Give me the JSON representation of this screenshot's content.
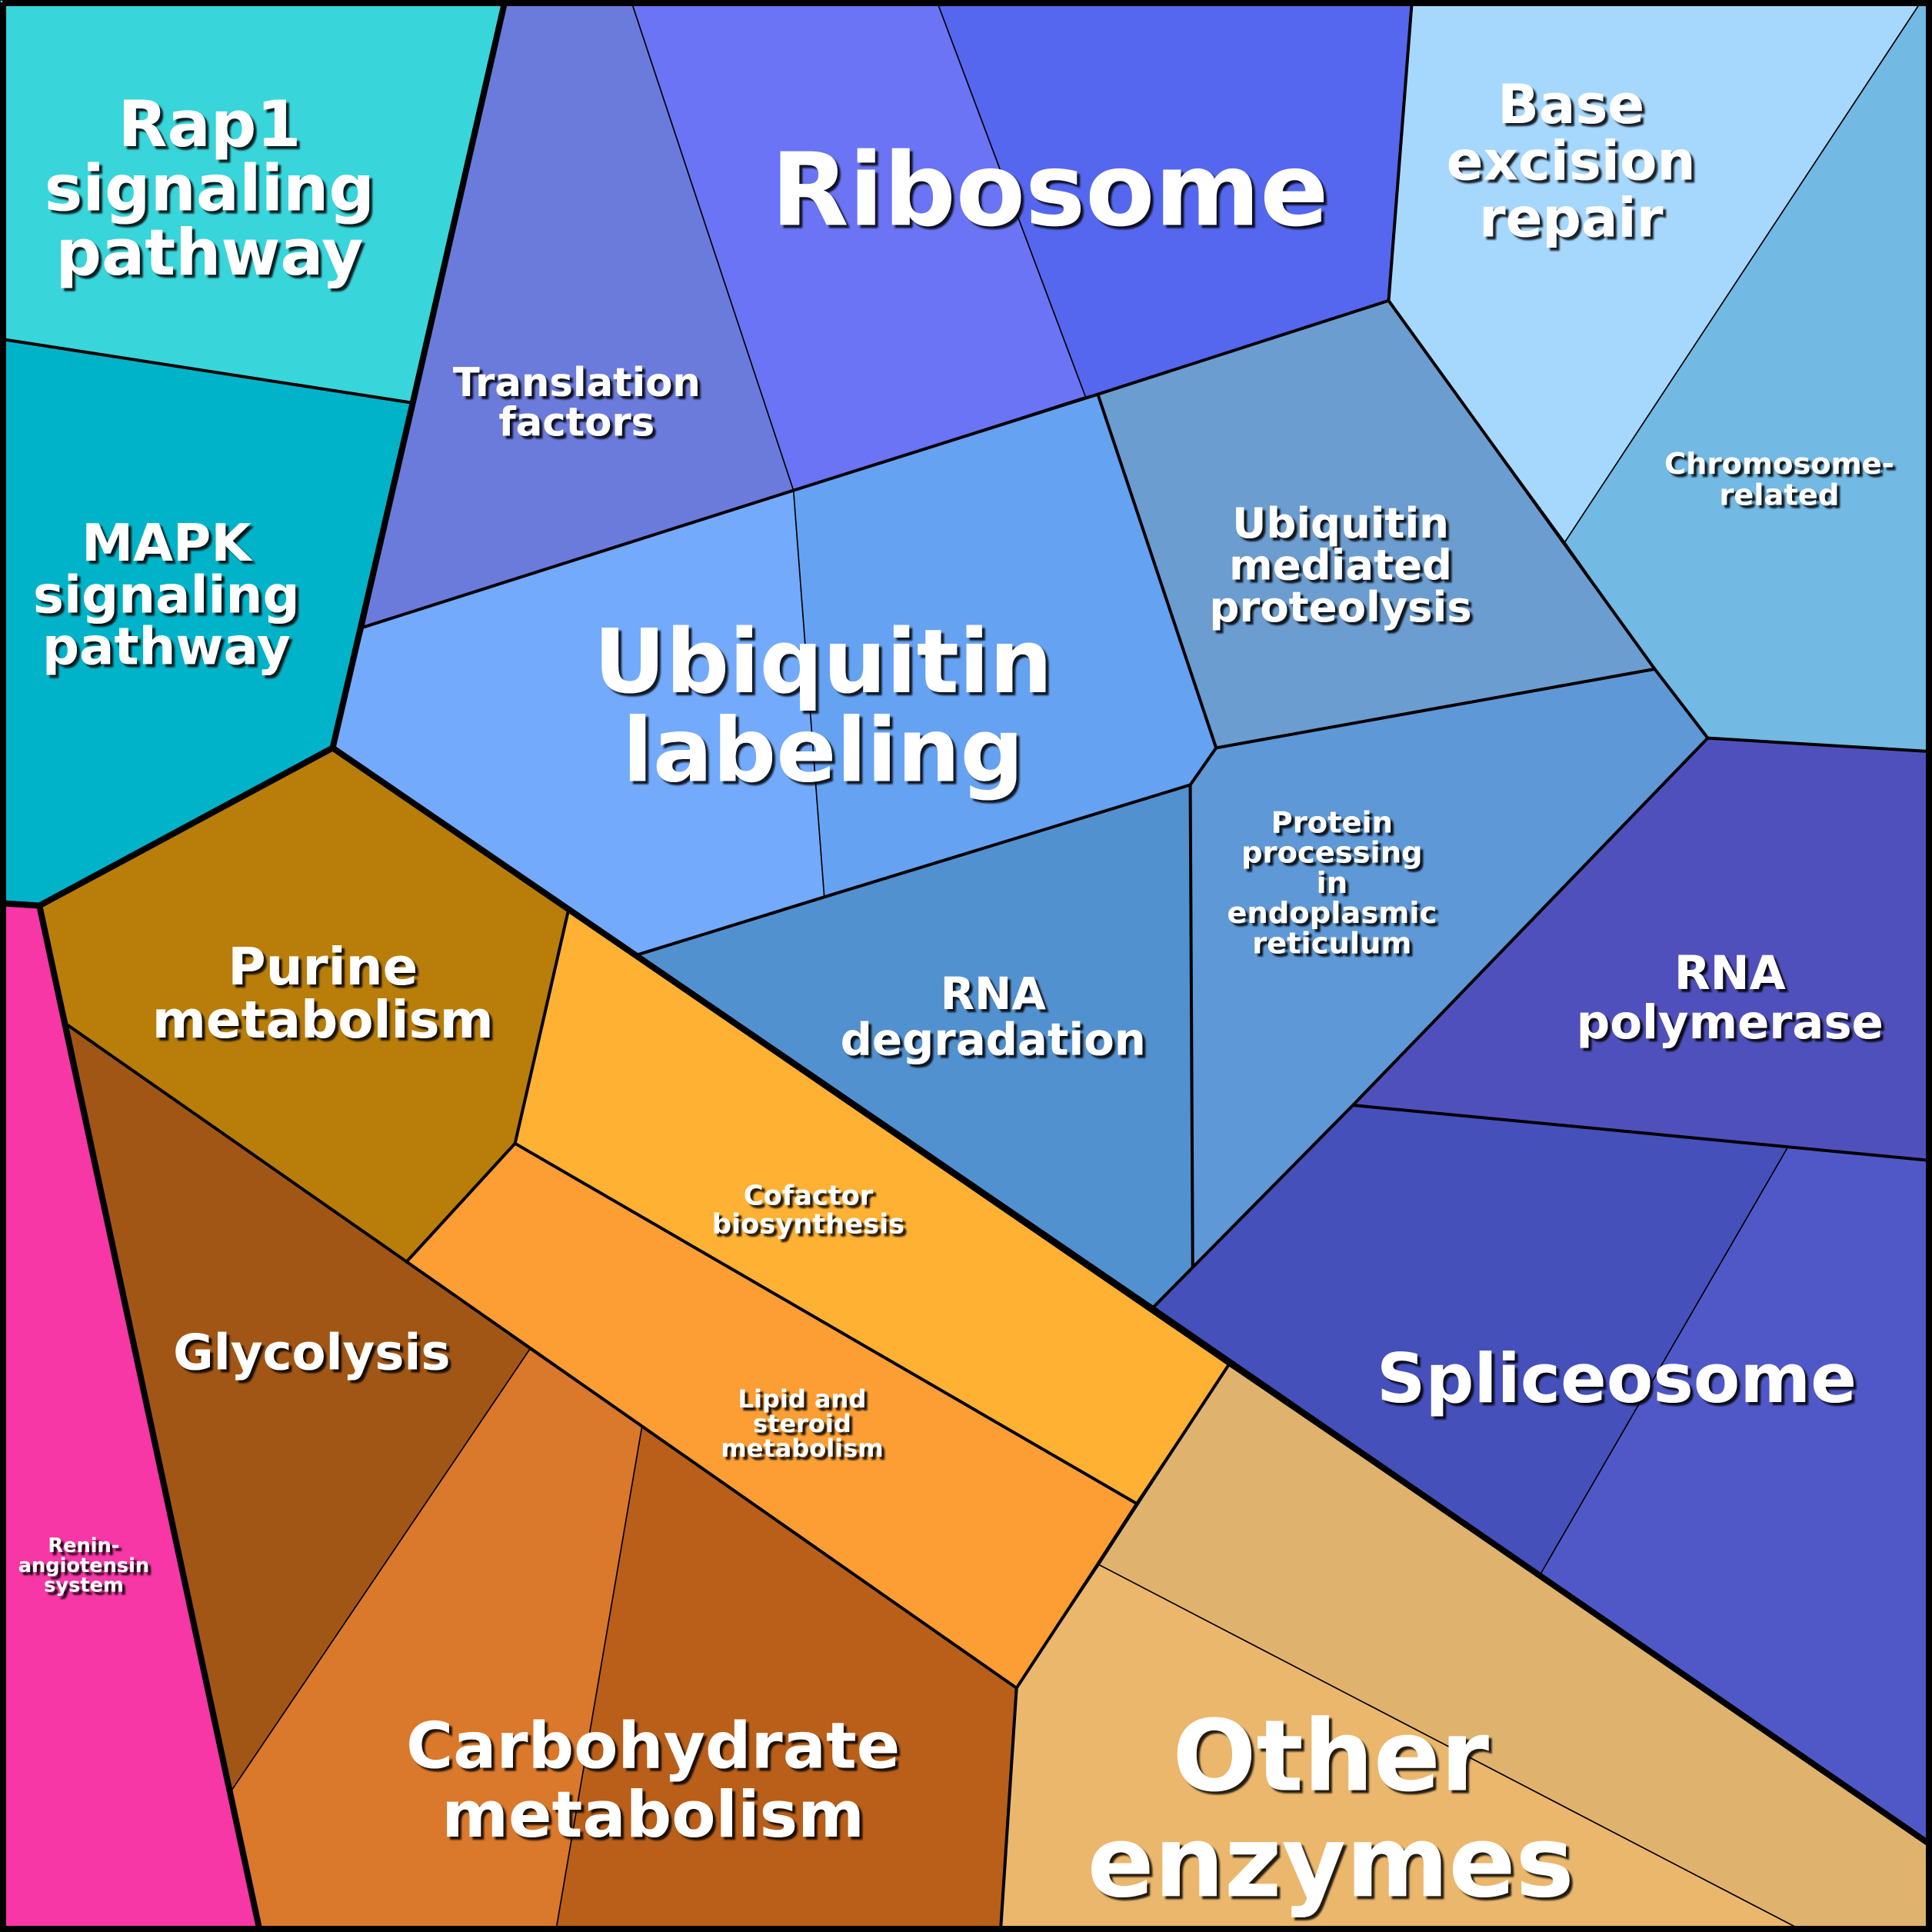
{
  "diagram": {
    "type": "voronoi-treemap",
    "colors": {
      "border": "#000000",
      "label": "#ffffff"
    },
    "cells": [
      {
        "id": "rap1",
        "label": [
          "Rap1",
          "signaling",
          "pathway"
        ],
        "color": "#38d5db"
      },
      {
        "id": "mapk",
        "label": [
          "MAPK",
          "signaling",
          "pathway"
        ],
        "color": "#00b3c8"
      },
      {
        "id": "translation-factors",
        "label": [
          "Translation",
          "factors"
        ],
        "color": "#6b7bdc"
      },
      {
        "id": "ribosome",
        "label": [
          "Ribosome"
        ],
        "color": "#6a74f4"
      },
      {
        "id": "base-excision-repair",
        "label": [
          "Base",
          "excision",
          "repair"
        ],
        "color": "#a6d8fe"
      },
      {
        "id": "chromosome-related",
        "label": [
          "Chromosome-",
          "related"
        ],
        "color": "#72b9e4"
      },
      {
        "id": "ubiquitin-mediated-proteolysis",
        "label": [
          "Ubiquitin",
          "mediated",
          "proteolysis"
        ],
        "color": "#6b9dd0"
      },
      {
        "id": "ubiquitin-labeling",
        "label": [
          "Ubiquitin",
          "labeling"
        ],
        "color": "#73aafc"
      },
      {
        "id": "protein-processing",
        "label": [
          "Protein",
          "processing",
          "in",
          "endoplasmic",
          "reticulum"
        ],
        "color": "#5e98d6"
      },
      {
        "id": "rna-degradation",
        "label": [
          "RNA",
          "degradation"
        ],
        "color": "#5291d0"
      },
      {
        "id": "rna-polymerase",
        "label": [
          "RNA",
          "polymerase"
        ],
        "color": "#5050bc"
      },
      {
        "id": "spliceosome",
        "label": [
          "Spliceosome"
        ],
        "color": "#4550bb"
      },
      {
        "id": "other-enzymes",
        "label": [
          "Other",
          "enzymes"
        ],
        "color": "#dfb36e"
      },
      {
        "id": "cofactor-biosynthesis",
        "label": [
          "Cofactor",
          "biosynthesis"
        ],
        "color": "#ffb133"
      },
      {
        "id": "lipid-steroid",
        "label": [
          "Lipid and",
          "steroid",
          "metabolism"
        ],
        "color": "#fc9e33"
      },
      {
        "id": "purine-metabolism",
        "label": [
          "Purine",
          "metabolism"
        ],
        "color": "#b97d0a"
      },
      {
        "id": "glycolysis",
        "label": [
          "Glycolysis"
        ],
        "color": "#a25615"
      },
      {
        "id": "carbohydrate-metabolism",
        "label": [
          "Carbohydrate",
          "metabolism"
        ],
        "color": "#da782b"
      },
      {
        "id": "renin-angiotensin",
        "label": [
          "Renin-",
          "angiotensin",
          "system"
        ],
        "color": "#f637a5"
      }
    ],
    "extra_colors": {
      "ribosome-right": "#5567ee",
      "ubiquitin-labeling-right": "#66a2f2",
      "spliceosome-right": "#5058c8",
      "other-enzymes-bottom": "#ebb76c",
      "carbohydrate-right": "#b95f19"
    }
  }
}
